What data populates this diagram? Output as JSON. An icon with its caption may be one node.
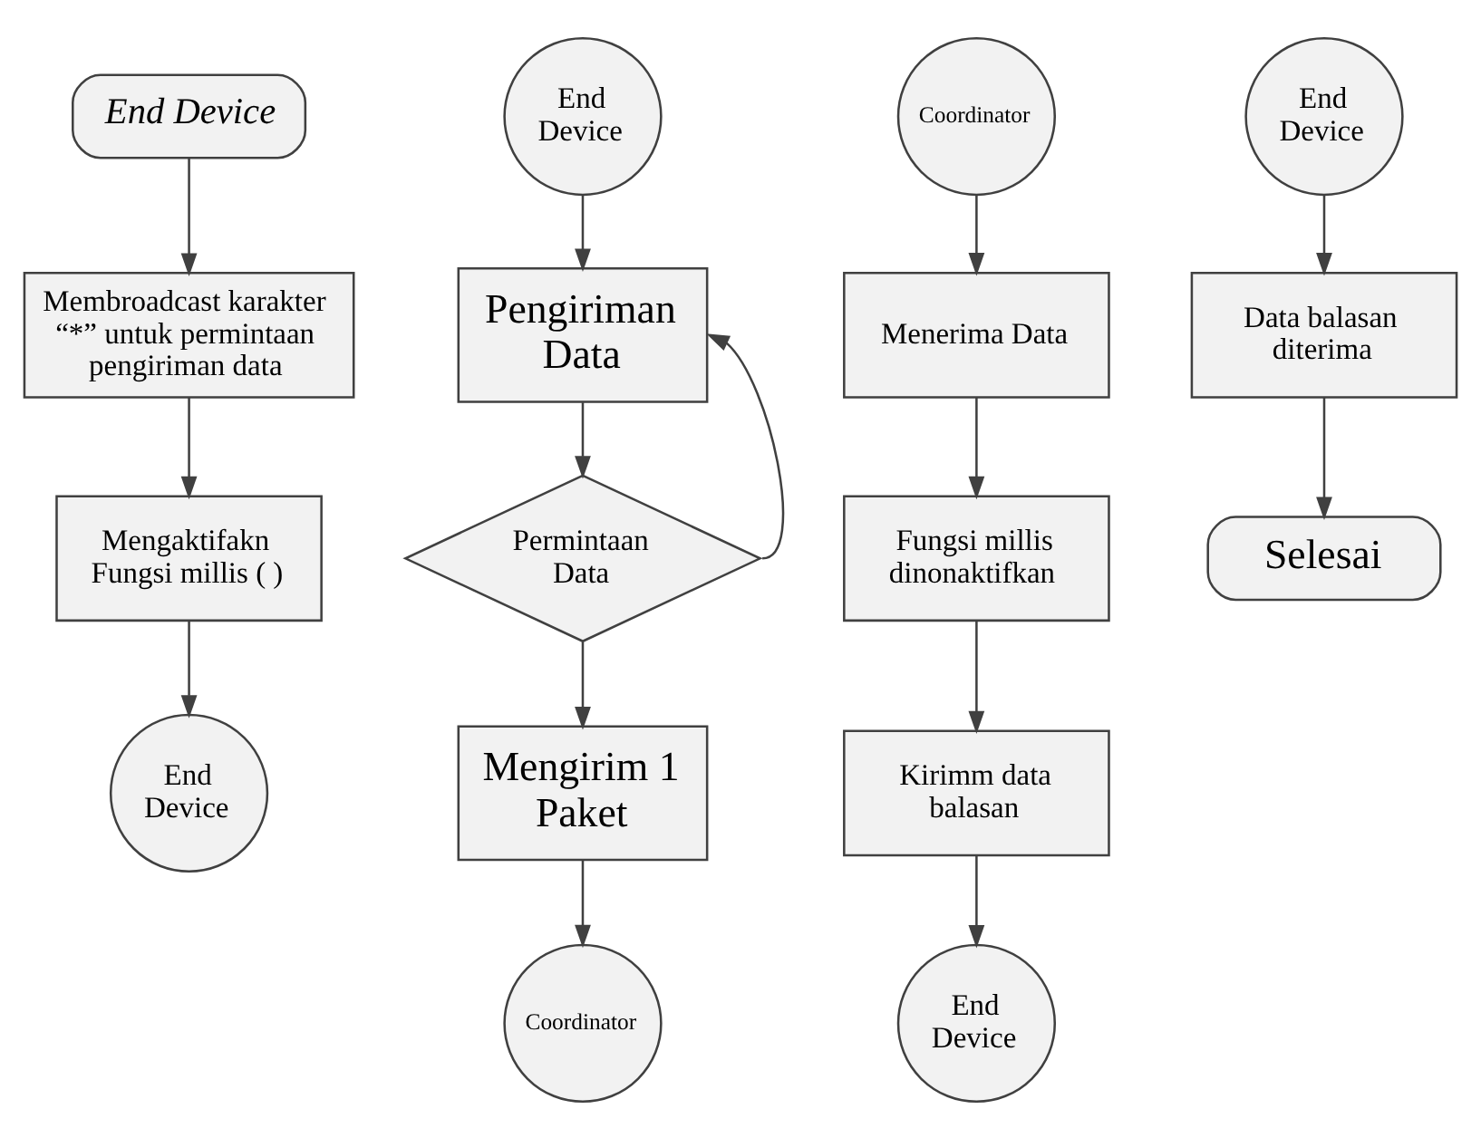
{
  "diagram": {
    "nodes": [
      {
        "text": [
          "End Device"
        ]
      },
      {
        "text": [
          "Membroadcast karakter “*” untuk permintaan pengiriman data"
        ]
      },
      {
        "text": [
          "Mengaktifakn Fungsi millis ( )"
        ]
      },
      {
        "text": [
          "End Device"
        ]
      },
      {
        "text": [
          "End Device"
        ]
      },
      {
        "text": [
          "Pengiriman Data"
        ]
      },
      {
        "text": [
          "Permintaan Data"
        ]
      },
      {
        "text": [
          "Mengirim 1 Paket"
        ]
      },
      {
        "text": [
          "Coordinator"
        ]
      },
      {
        "text": [
          "Coordinator"
        ]
      },
      {
        "text": [
          "Menerima Data"
        ]
      },
      {
        "text": [
          "Fungsi millis dinonaktifkan"
        ]
      },
      {
        "text": [
          "Kirimm data balasan"
        ]
      },
      {
        "text": [
          "End Device"
        ]
      },
      {
        "text": [
          "End Device"
        ]
      },
      {
        "text": [
          "Data balasan diterima"
        ]
      },
      {
        "text": [
          "Selesai"
        ]
      }
    ],
    "edges": [
      {
        "from": 0,
        "to": 1,
        "arrow": "to"
      },
      {
        "from": 1,
        "to": 2,
        "arrow": "to"
      },
      {
        "from": 2,
        "to": 3,
        "arrow": "to"
      },
      {
        "from": 4,
        "to": 5,
        "arrow": "to"
      },
      {
        "from": 5,
        "to": 6,
        "arrow": "to"
      },
      {
        "from": 6,
        "to": 7,
        "arrow": "to"
      },
      {
        "from": 6,
        "to": 5,
        "arrow": "to"
      },
      {
        "from": 7,
        "to": 8,
        "arrow": "to"
      },
      {
        "from": 9,
        "to": 10,
        "arrow": "to"
      },
      {
        "from": 10,
        "to": 11,
        "arrow": "to"
      },
      {
        "from": 11,
        "to": 12,
        "arrow": "to"
      },
      {
        "from": 12,
        "to": 13,
        "arrow": "to"
      },
      {
        "from": 14,
        "to": 15,
        "arrow": "to"
      },
      {
        "from": 15,
        "to": 16,
        "arrow": "to"
      }
    ]
  }
}
